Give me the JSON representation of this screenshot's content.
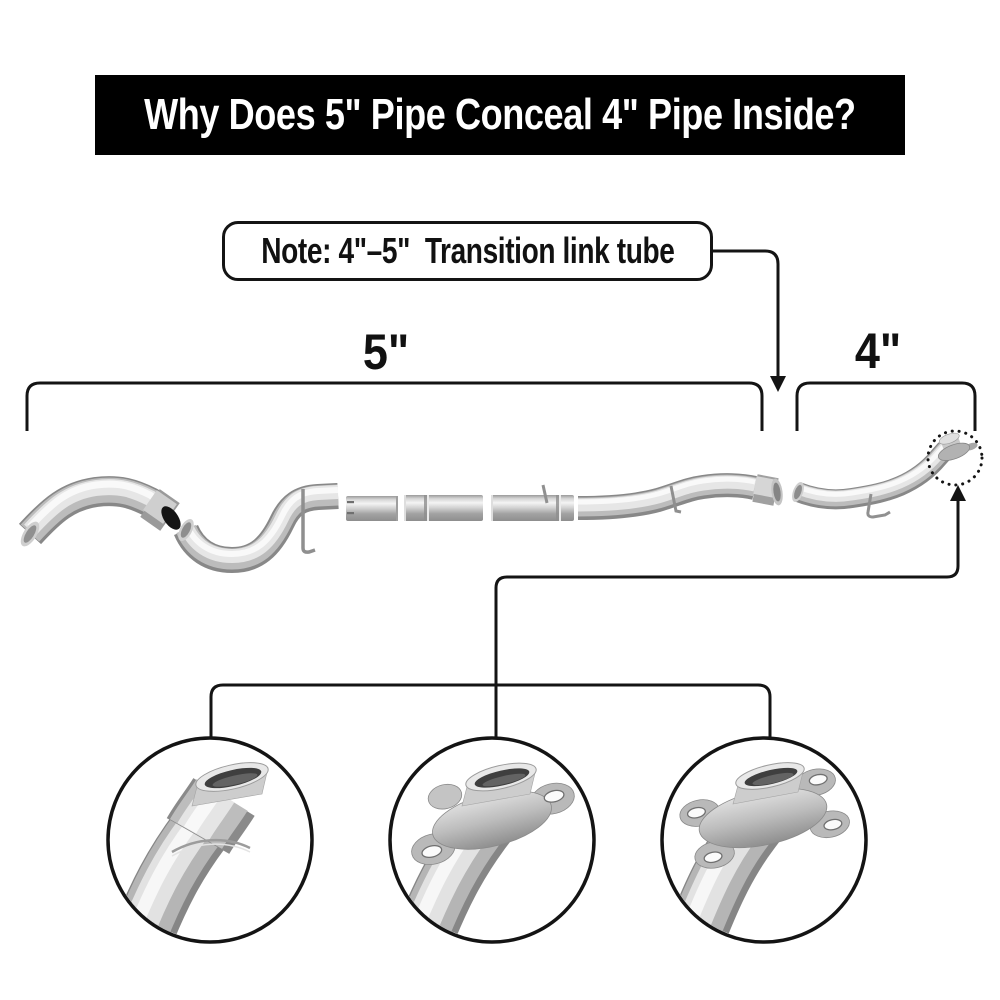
{
  "banner": {
    "title": "Why Does 5\" Pipe Conceal 4\" Pipe Inside?"
  },
  "note": {
    "text": "Note: 4\"–5\"  Transition link tube"
  },
  "labels": {
    "five_inch": "5\"",
    "four_inch": "4\""
  },
  "callouts": {
    "items": [
      {
        "icon": "flared-pipe-end-icon"
      },
      {
        "icon": "three-bolt-flange-icon"
      },
      {
        "icon": "four-bolt-flange-icon"
      }
    ]
  },
  "theme": {
    "page_bg": "#ffffff",
    "banner_bg": "#000000",
    "banner_fg": "#ffffff",
    "line": "#141414",
    "steel_light": "#f4f4f4",
    "steel_mid": "#b7b7b7",
    "steel_dark": "#8a8a8a"
  }
}
